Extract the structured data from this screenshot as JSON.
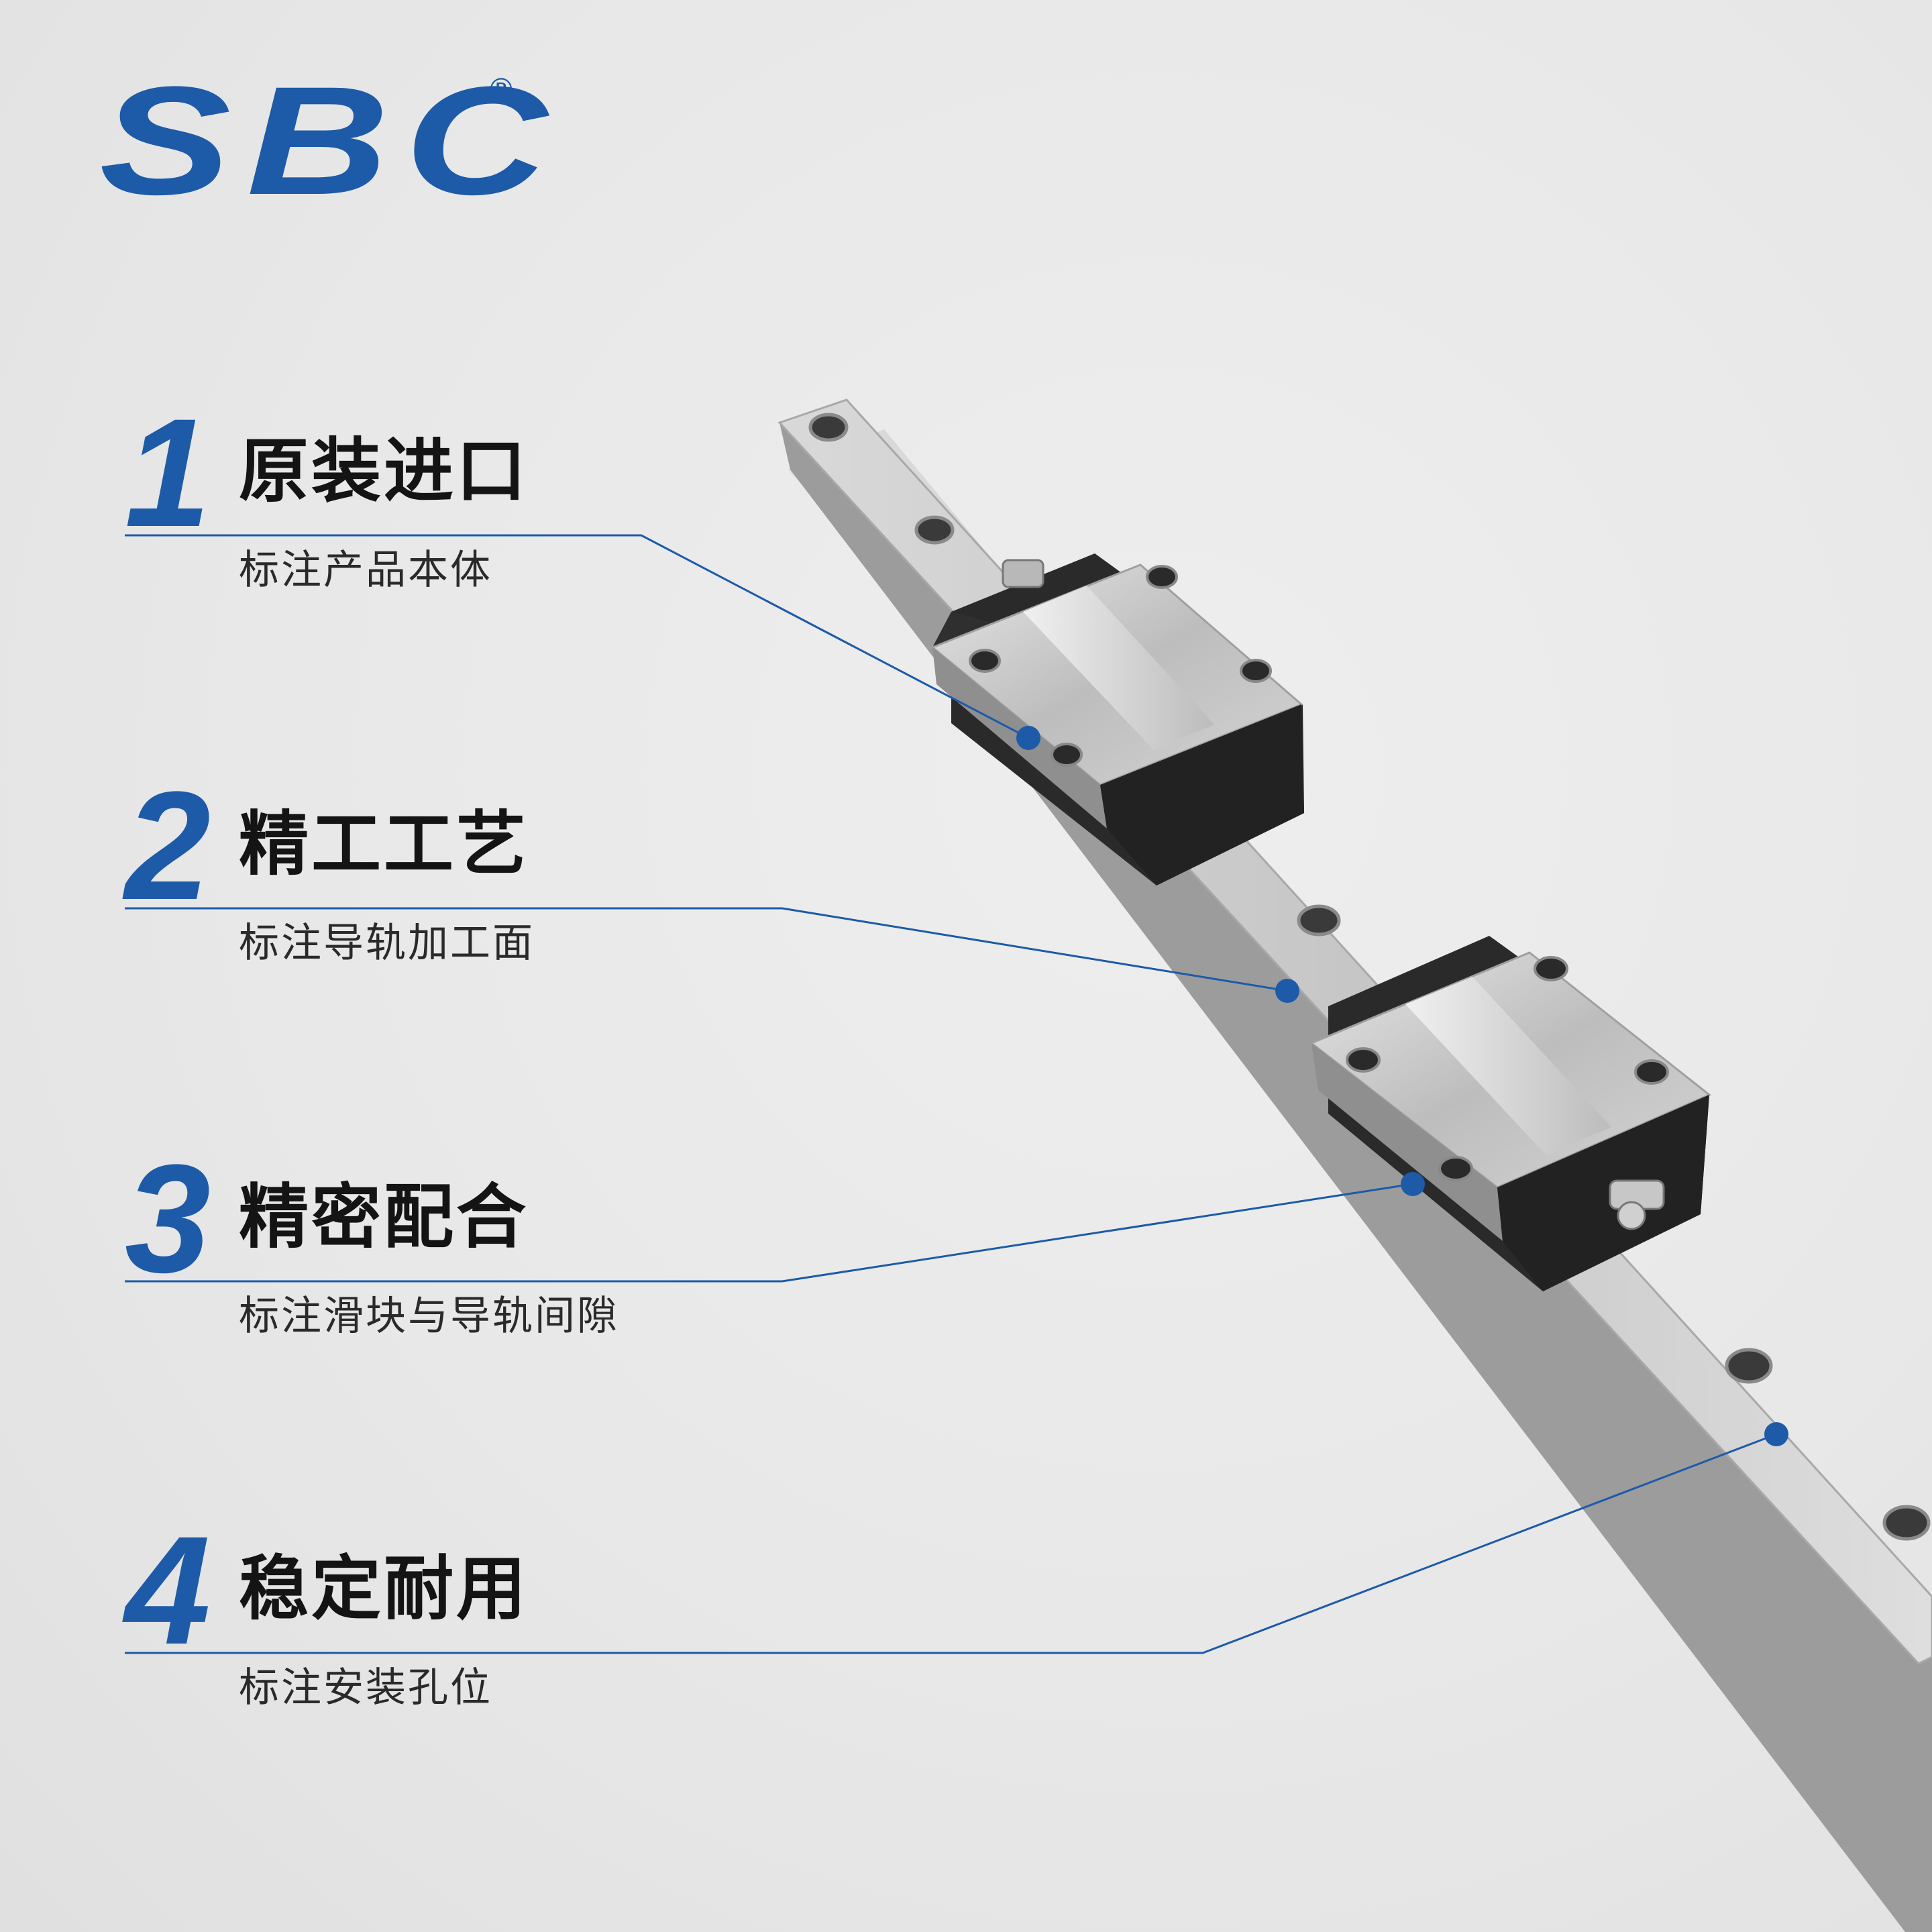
{
  "brand": {
    "logo_text": "SBC",
    "registered_mark": "®",
    "color": "#1d5aa8"
  },
  "features": [
    {
      "number": "1",
      "title": "原装进口",
      "subtitle": "标注产品本体"
    },
    {
      "number": "2",
      "title": "精工工艺",
      "subtitle": "标注导轨加工面"
    },
    {
      "number": "3",
      "title": "精密配合",
      "subtitle": "标注滑块与导轨间隙"
    },
    {
      "number": "4",
      "title": "稳定耐用",
      "subtitle": "标注安装孔位"
    }
  ],
  "colors": {
    "accent": "#1d5aa8",
    "leader_line": "#1d5aa8",
    "block_body": "#2b2b2b",
    "rail_steel": "#c9c9c9"
  }
}
